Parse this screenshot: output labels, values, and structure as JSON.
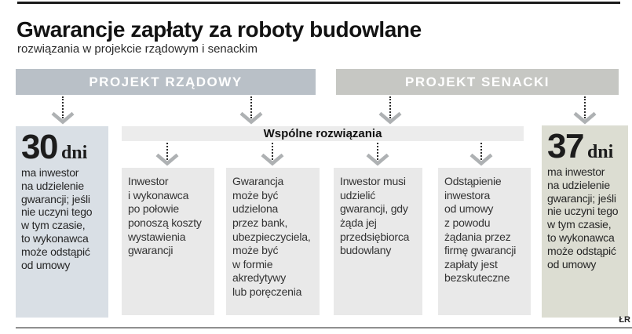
{
  "colors": {
    "gov_bar": "#b9c0c7",
    "sen_bar": "#c6c7c3",
    "gov_box": "#d9dfe5",
    "sen_box": "#dcddd2",
    "common_bar": "#ececec",
    "column_bg": "#e9e9e9",
    "rule_top": "#1a1a1a",
    "rule_bottom": "#8f8f8f",
    "arrow_head": "#aeb1b3",
    "arrow_dots": "#2b2b2b"
  },
  "header": {
    "title": "Gwarancje zapłaty za roboty budowlane",
    "subtitle": "rozwiązania w projekcie rządowym i senackim"
  },
  "tracks": {
    "government": "PROJEKT RZĄDOWY",
    "senate": "PROJEKT SENACKI"
  },
  "deadline_government": {
    "number": "30",
    "unit": "dni",
    "text": "ma inwestor\nna udzielenie\ngwarancji; jeśli\nnie uczyni tego\nw tym czasie,\nto wykonawca\nmoże odstąpić\nod umowy"
  },
  "deadline_senate": {
    "number": "37",
    "unit": "dni",
    "text": "ma inwestor\nna udzielenie\ngwarancji; jeśli\nnie uczyni tego\nw tym czasie,\nto wykonawca\nmoże odstąpić\nod umowy"
  },
  "common": {
    "label": "Wspólne rozwiązania",
    "columns": [
      "Inwestor\ni wykonawca\npo połowie\nponoszą koszty\nwystawienia\ngwarancji",
      "Gwarancja\nmoże być\nudzielona\nprzez bank,\nubezpieczyciela,\nmoże być\nw formie\nakredytywy\nlub poręczenia",
      "Inwestor musi\nudzielić\ngwarancji, gdy\nżąda jej\nprzedsiębiorca\nbudowlany",
      "Odstąpienie\ninwestora\nod umowy\nz powodu\nżądania przez\nfirmę gwarancji\nzapłaty jest\nbezskuteczne"
    ]
  },
  "credit": "ŁR"
}
